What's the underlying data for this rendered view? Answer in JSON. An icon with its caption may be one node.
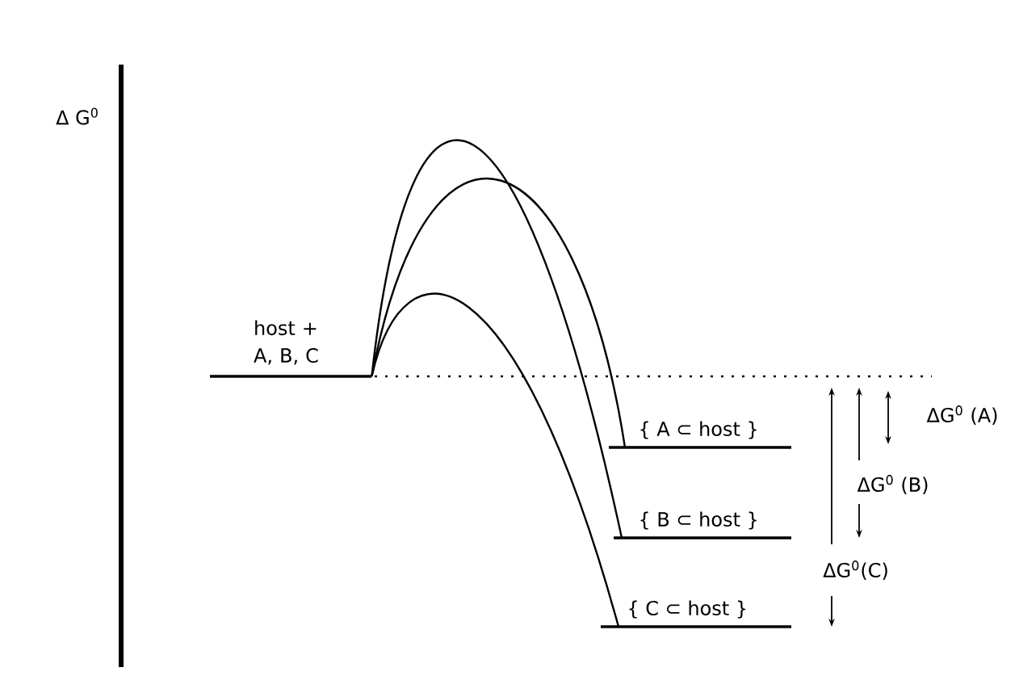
{
  "diagram": {
    "nodes": [
      {
        "text": [
          "host + A, B, C"
        ]
      },
      {
        "text": [
          "{ A ⊂ host }"
        ]
      },
      {
        "text": [
          "{ B ⊂ host }"
        ]
      },
      {
        "text": [
          "{ C ⊂ host }"
        ]
      }
    ],
    "edges": [
      {
        "from": 0,
        "to": 1,
        "arrow": "none"
      },
      {
        "from": 0,
        "to": 2,
        "arrow": "none"
      },
      {
        "from": 0,
        "to": 3,
        "arrow": "none"
      }
    ],
    "labels": [
      "Δ G$^{0}$",
      "ΔG$^{0}$ (A)",
      "ΔG$^{0}$ (B)",
      "ΔG$^{0}$(C)"
    ]
  }
}
